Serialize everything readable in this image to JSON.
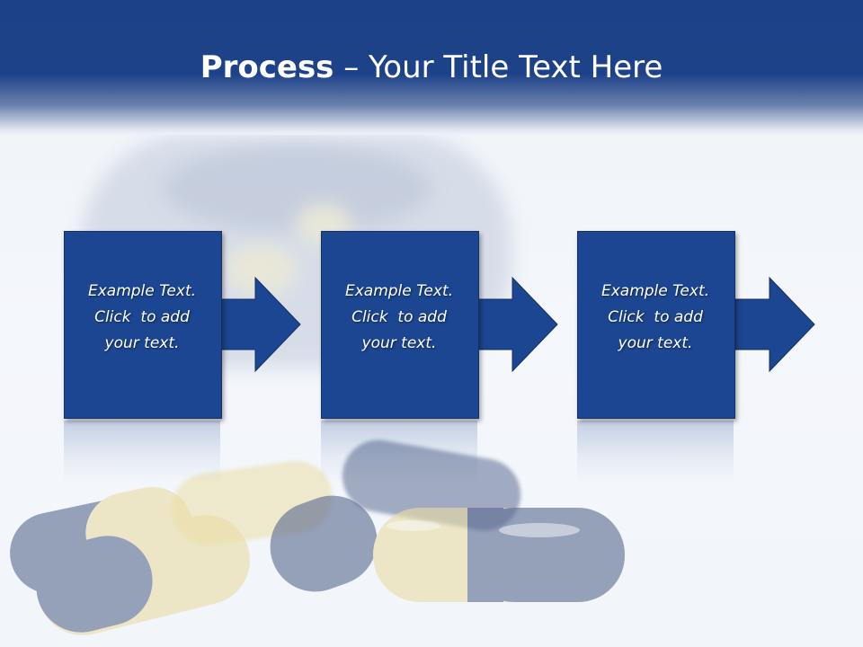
{
  "slide": {
    "title_bold": "Process",
    "title_rest": " – Your Title Text Here"
  },
  "steps": [
    {
      "line1": "Example Text.",
      "line2": "Click  to add",
      "line3": "your text."
    },
    {
      "line1": "Example Text.",
      "line2": "Click  to add",
      "line3": "your text."
    },
    {
      "line1": "Example Text.",
      "line2": "Click  to add",
      "line3": "your text."
    }
  ],
  "colors": {
    "header_blue": "#1d4187",
    "box_blue": "#1c4691",
    "capsule_navy": "#2b3e6e",
    "capsule_yellow": "#e7d58a"
  }
}
